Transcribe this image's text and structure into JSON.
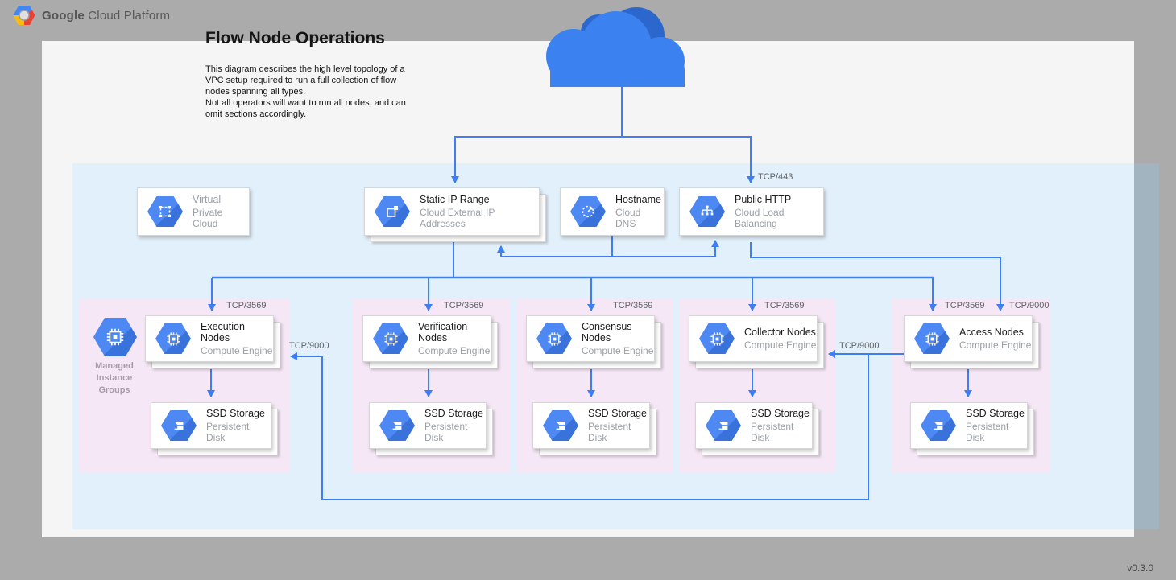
{
  "header": {
    "logo_bold": "Google",
    "logo_rest": "Cloud Platform"
  },
  "title": "Flow Node Operations",
  "description": "This diagram describes the high level topology of a\nVPC setup required to run a full collection of flow\nnodes spanning all types.\nNot all operators will want to run all nodes, and can\nomit sections accordingly.",
  "version": "v0.3.0",
  "colors": {
    "accent_blue": "#3d7ef2",
    "vpc_fill": "#e2f0fb",
    "group_fill": "#f6e7f6",
    "icon_blue": "#4e89f3",
    "cloud_blue": "#3b82f0",
    "cloud_dark_blue": "#2c67ce"
  },
  "vpc_card": {
    "line1": "Virtual",
    "line2": "Private Cloud"
  },
  "static_ip_card": {
    "title": "Static IP Range",
    "subtitle": "Cloud External IP Addresses"
  },
  "hostname_card": {
    "title": "Hostname",
    "subtitle": "Cloud DNS"
  },
  "public_http_card": {
    "title": "Public HTTP",
    "subtitle": "Cloud Load Balancing"
  },
  "lb_port": "TCP/443",
  "mig_label": "Managed\nInstance\nGroups",
  "groups": [
    {
      "title": "Execution Nodes",
      "subtitle": "Compute Engine",
      "storage_title": "SSD Storage",
      "storage_subtitle": "Persistent Disk",
      "ingress_port": "TCP/3569",
      "side_port": "TCP/9000"
    },
    {
      "title": "Verification Nodes",
      "subtitle": "Compute Engine",
      "storage_title": "SSD Storage",
      "storage_subtitle": "Persistent Disk",
      "ingress_port": "TCP/3569"
    },
    {
      "title": "Consensus Nodes",
      "subtitle": "Compute Engine",
      "storage_title": "SSD Storage",
      "storage_subtitle": "Persistent Disk",
      "ingress_port": "TCP/3569"
    },
    {
      "title": "Collector Nodes",
      "subtitle": "Compute Engine",
      "storage_title": "SSD Storage",
      "storage_subtitle": "Persistent Disk",
      "ingress_port": "TCP/3569",
      "side_port": "TCP/9000"
    },
    {
      "title": "Access Nodes",
      "subtitle": "Compute Engine",
      "storage_title": "SSD Storage",
      "storage_subtitle": "Persistent Disk",
      "ingress_port": "TCP/3569",
      "extra_port": "TCP/9000"
    }
  ]
}
